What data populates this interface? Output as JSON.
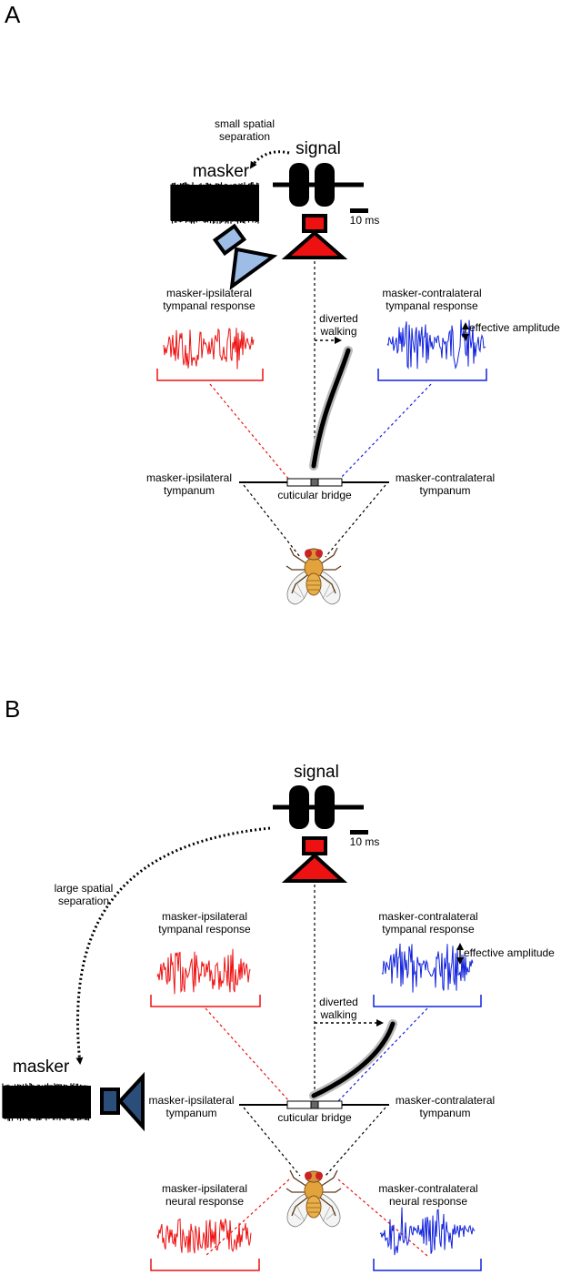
{
  "panels": {
    "a": {
      "letter": "A",
      "separation": [
        "small spatial",
        "separation"
      ],
      "masker": "masker",
      "signal": "signal",
      "scale_bar": "10 ms",
      "ipsi_response": [
        "masker-ipsilateral",
        "tympanal response"
      ],
      "contra_response": [
        "masker-contralateral",
        "tympanal response"
      ],
      "effective_amplitude": "effective amplitude",
      "diverted_walking": [
        "diverted",
        "walking"
      ],
      "ipsi_tympanum": [
        "masker-ipsilateral",
        "tympanum"
      ],
      "contra_tympanum": [
        "masker-contralateral",
        "tympanum"
      ],
      "bridge": "cuticular bridge"
    },
    "b": {
      "letter": "B",
      "separation": [
        "large spatial",
        "separation"
      ],
      "masker": "masker",
      "signal": "signal",
      "scale_bar": "10 ms",
      "ipsi_response": [
        "masker-ipsilateral",
        "tympanal response"
      ],
      "contra_response": [
        "masker-contralateral",
        "tympanal response"
      ],
      "effective_amplitude": "effective amplitude",
      "diverted_walking": [
        "diverted",
        "walking"
      ],
      "ipsi_tympanum": [
        "masker-ipsilateral",
        "tympanum"
      ],
      "contra_tympanum": [
        "masker-contralateral",
        "tympanum"
      ],
      "bridge": "cuticular bridge",
      "ipsi_neural": [
        "masker-ipsilateral",
        "neural response"
      ],
      "contra_neural": [
        "masker-contralateral",
        "neural response"
      ]
    }
  },
  "colors": {
    "ipsi": "#ee1111",
    "contra": "#1122dd",
    "speaker_a_masker": "#9dbde6",
    "speaker_b_masker": "#2a4d7a",
    "speaker_signal": "#ee1111",
    "fly_body": "#e2a23c",
    "fly_eye": "#cc2222"
  },
  "icons": [
    "speaker-icon",
    "fly-icon"
  ]
}
